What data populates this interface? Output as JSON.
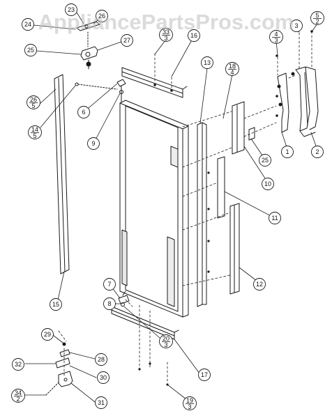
{
  "watermark": "AppliancePartsPros.com",
  "colors": {
    "ink": "#1a1a1a",
    "watermark": "#bebebe",
    "background": "#ffffff"
  },
  "callouts": [
    {
      "id": "c23",
      "label": "23",
      "sub": ""
    },
    {
      "id": "c24",
      "label": "24",
      "sub": ""
    },
    {
      "id": "c26t",
      "label": "26",
      "sub": ""
    },
    {
      "id": "c27",
      "label": "27",
      "sub": ""
    },
    {
      "id": "c25a",
      "label": "25",
      "sub": ""
    },
    {
      "id": "c33",
      "label": "33",
      "sub": "3"
    },
    {
      "id": "c16",
      "label": "16",
      "sub": ""
    },
    {
      "id": "c13",
      "label": "13",
      "sub": ""
    },
    {
      "id": "c18",
      "label": "18",
      "sub": "4"
    },
    {
      "id": "c4",
      "label": "4",
      "sub": "3"
    },
    {
      "id": "c3",
      "label": "3",
      "sub": ""
    },
    {
      "id": "c5",
      "label": "5",
      "sub": "2"
    },
    {
      "id": "c26l",
      "label": "26",
      "sub": "5"
    },
    {
      "id": "c14",
      "label": "14",
      "sub": "5"
    },
    {
      "id": "c6",
      "label": "6",
      "sub": ""
    },
    {
      "id": "c9",
      "label": "9",
      "sub": ""
    },
    {
      "id": "c25b",
      "label": "25",
      "sub": ""
    },
    {
      "id": "c1",
      "label": "1",
      "sub": ""
    },
    {
      "id": "c2",
      "label": "2",
      "sub": ""
    },
    {
      "id": "c10",
      "label": "10",
      "sub": ""
    },
    {
      "id": "c11",
      "label": "11",
      "sub": ""
    },
    {
      "id": "c12",
      "label": "12",
      "sub": ""
    },
    {
      "id": "c15",
      "label": "15",
      "sub": ""
    },
    {
      "id": "c7",
      "label": "7",
      "sub": ""
    },
    {
      "id": "c8",
      "label": "8",
      "sub": ""
    },
    {
      "id": "c20",
      "label": "20",
      "sub": "3"
    },
    {
      "id": "c17",
      "label": "17",
      "sub": ""
    },
    {
      "id": "c29",
      "label": "29",
      "sub": ""
    },
    {
      "id": "c28",
      "label": "28",
      "sub": ""
    },
    {
      "id": "c32",
      "label": "32",
      "sub": ""
    },
    {
      "id": "c30",
      "label": "30",
      "sub": ""
    },
    {
      "id": "c34",
      "label": "34",
      "sub": "2"
    },
    {
      "id": "c31",
      "label": "31",
      "sub": ""
    },
    {
      "id": "c19",
      "label": "19",
      "sub": "3"
    }
  ]
}
